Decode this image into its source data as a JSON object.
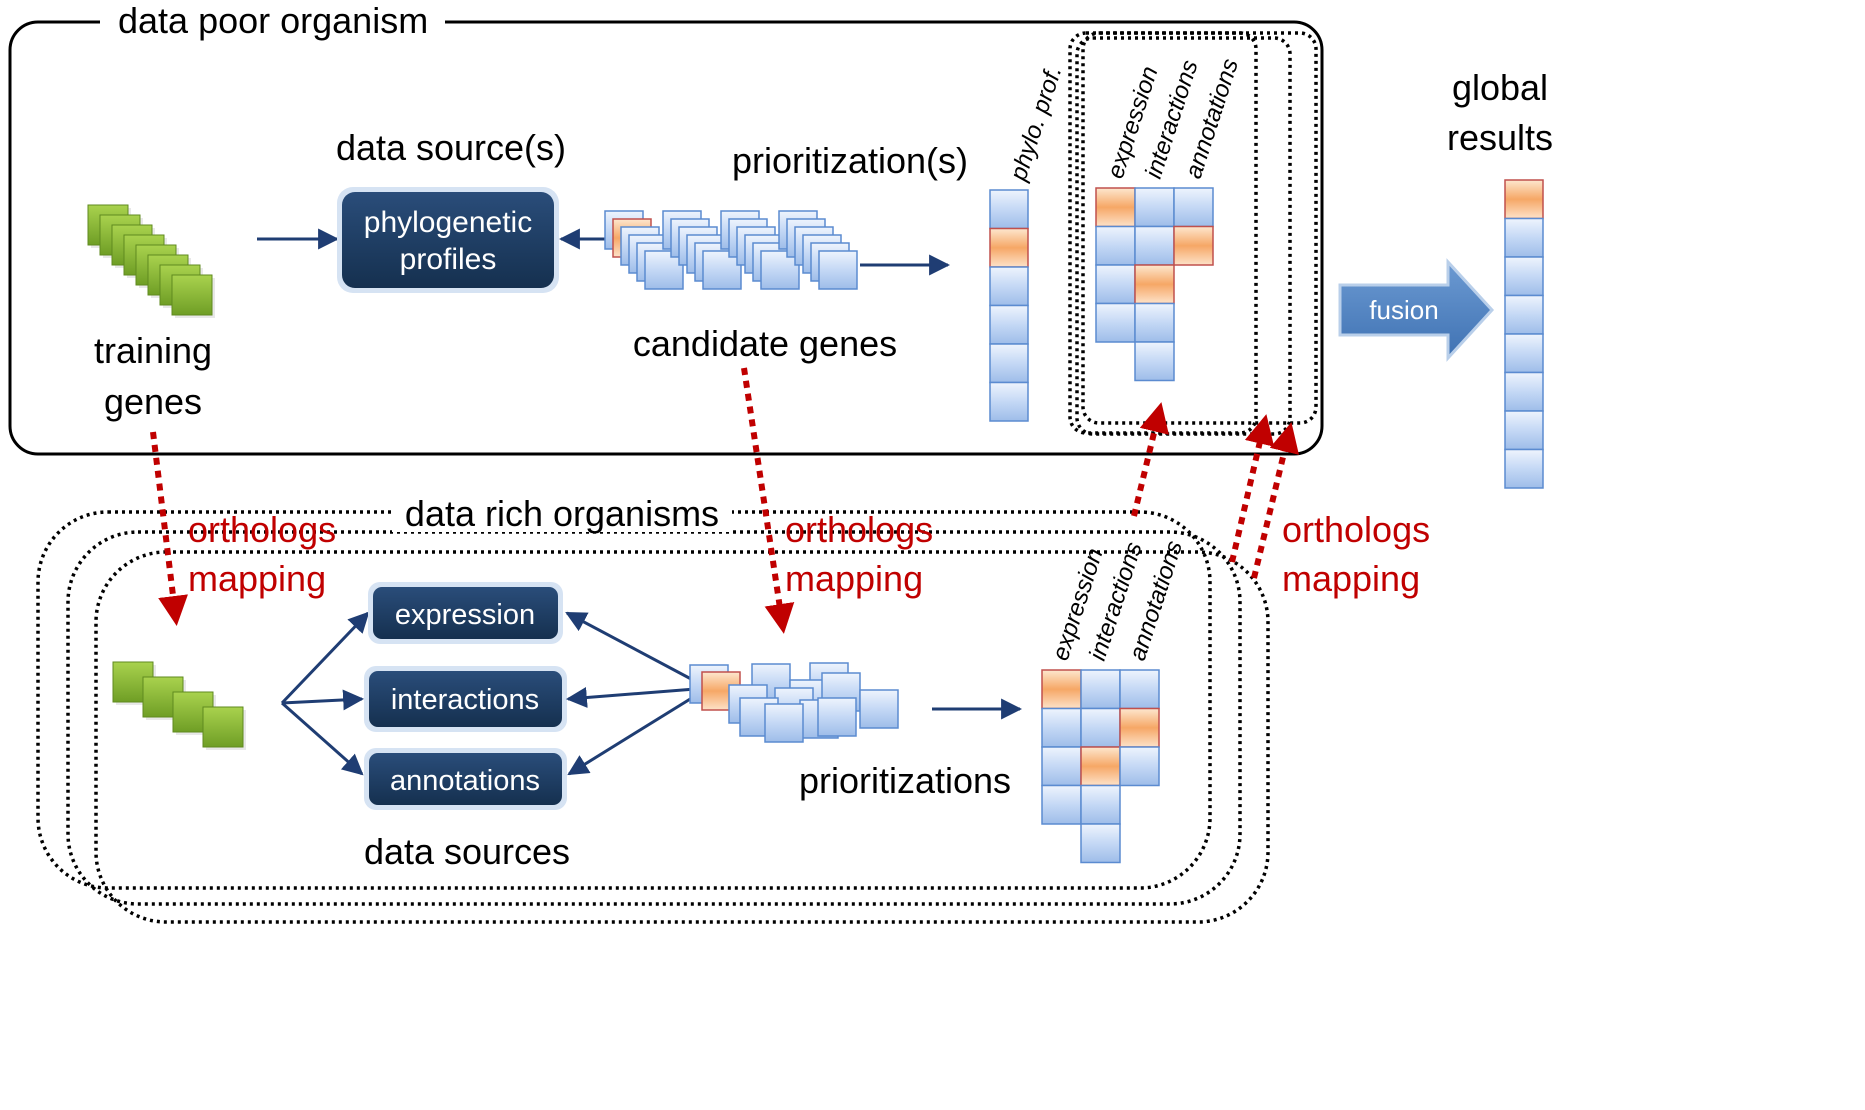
{
  "top": {
    "title": "data poor organism",
    "data_sources_label": "data source(s)",
    "phylo_box": [
      "phylogenetic",
      "profiles"
    ],
    "prioritization_label": "prioritization(s)",
    "candidate_genes_label": "candidate genes",
    "training_genes_label": [
      "training",
      "genes"
    ],
    "column_labels": {
      "phylo": "phylo. prof.",
      "expression": "expression",
      "interactions": "interactions",
      "annotations": "annotations"
    }
  },
  "global": {
    "title": [
      "global",
      "results"
    ],
    "fusion_label": "fusion"
  },
  "bottom": {
    "title": "data rich organisms",
    "data_sources_label": "data sources",
    "prioritizations_label": "prioritizations",
    "source_boxes": [
      "expression",
      "interactions",
      "annotations"
    ],
    "column_labels": {
      "expression": "expression",
      "interactions": "interactions",
      "annotations": "annotations"
    }
  },
  "mapping_labels": [
    [
      "orthologs",
      "mapping"
    ],
    [
      "orthologs",
      "mapping"
    ],
    [
      "orthologs",
      "mapping"
    ]
  ],
  "colors": {
    "dark_box": "#1b375c",
    "cell_blue": "#c9dcf6",
    "cell_highlight": "#f7b88a",
    "gene_green": "#8fbf3a",
    "fusion_arrow": "#4a7ebb",
    "mapping_red": "#c00000",
    "arrow_navy": "#1f3d73"
  }
}
